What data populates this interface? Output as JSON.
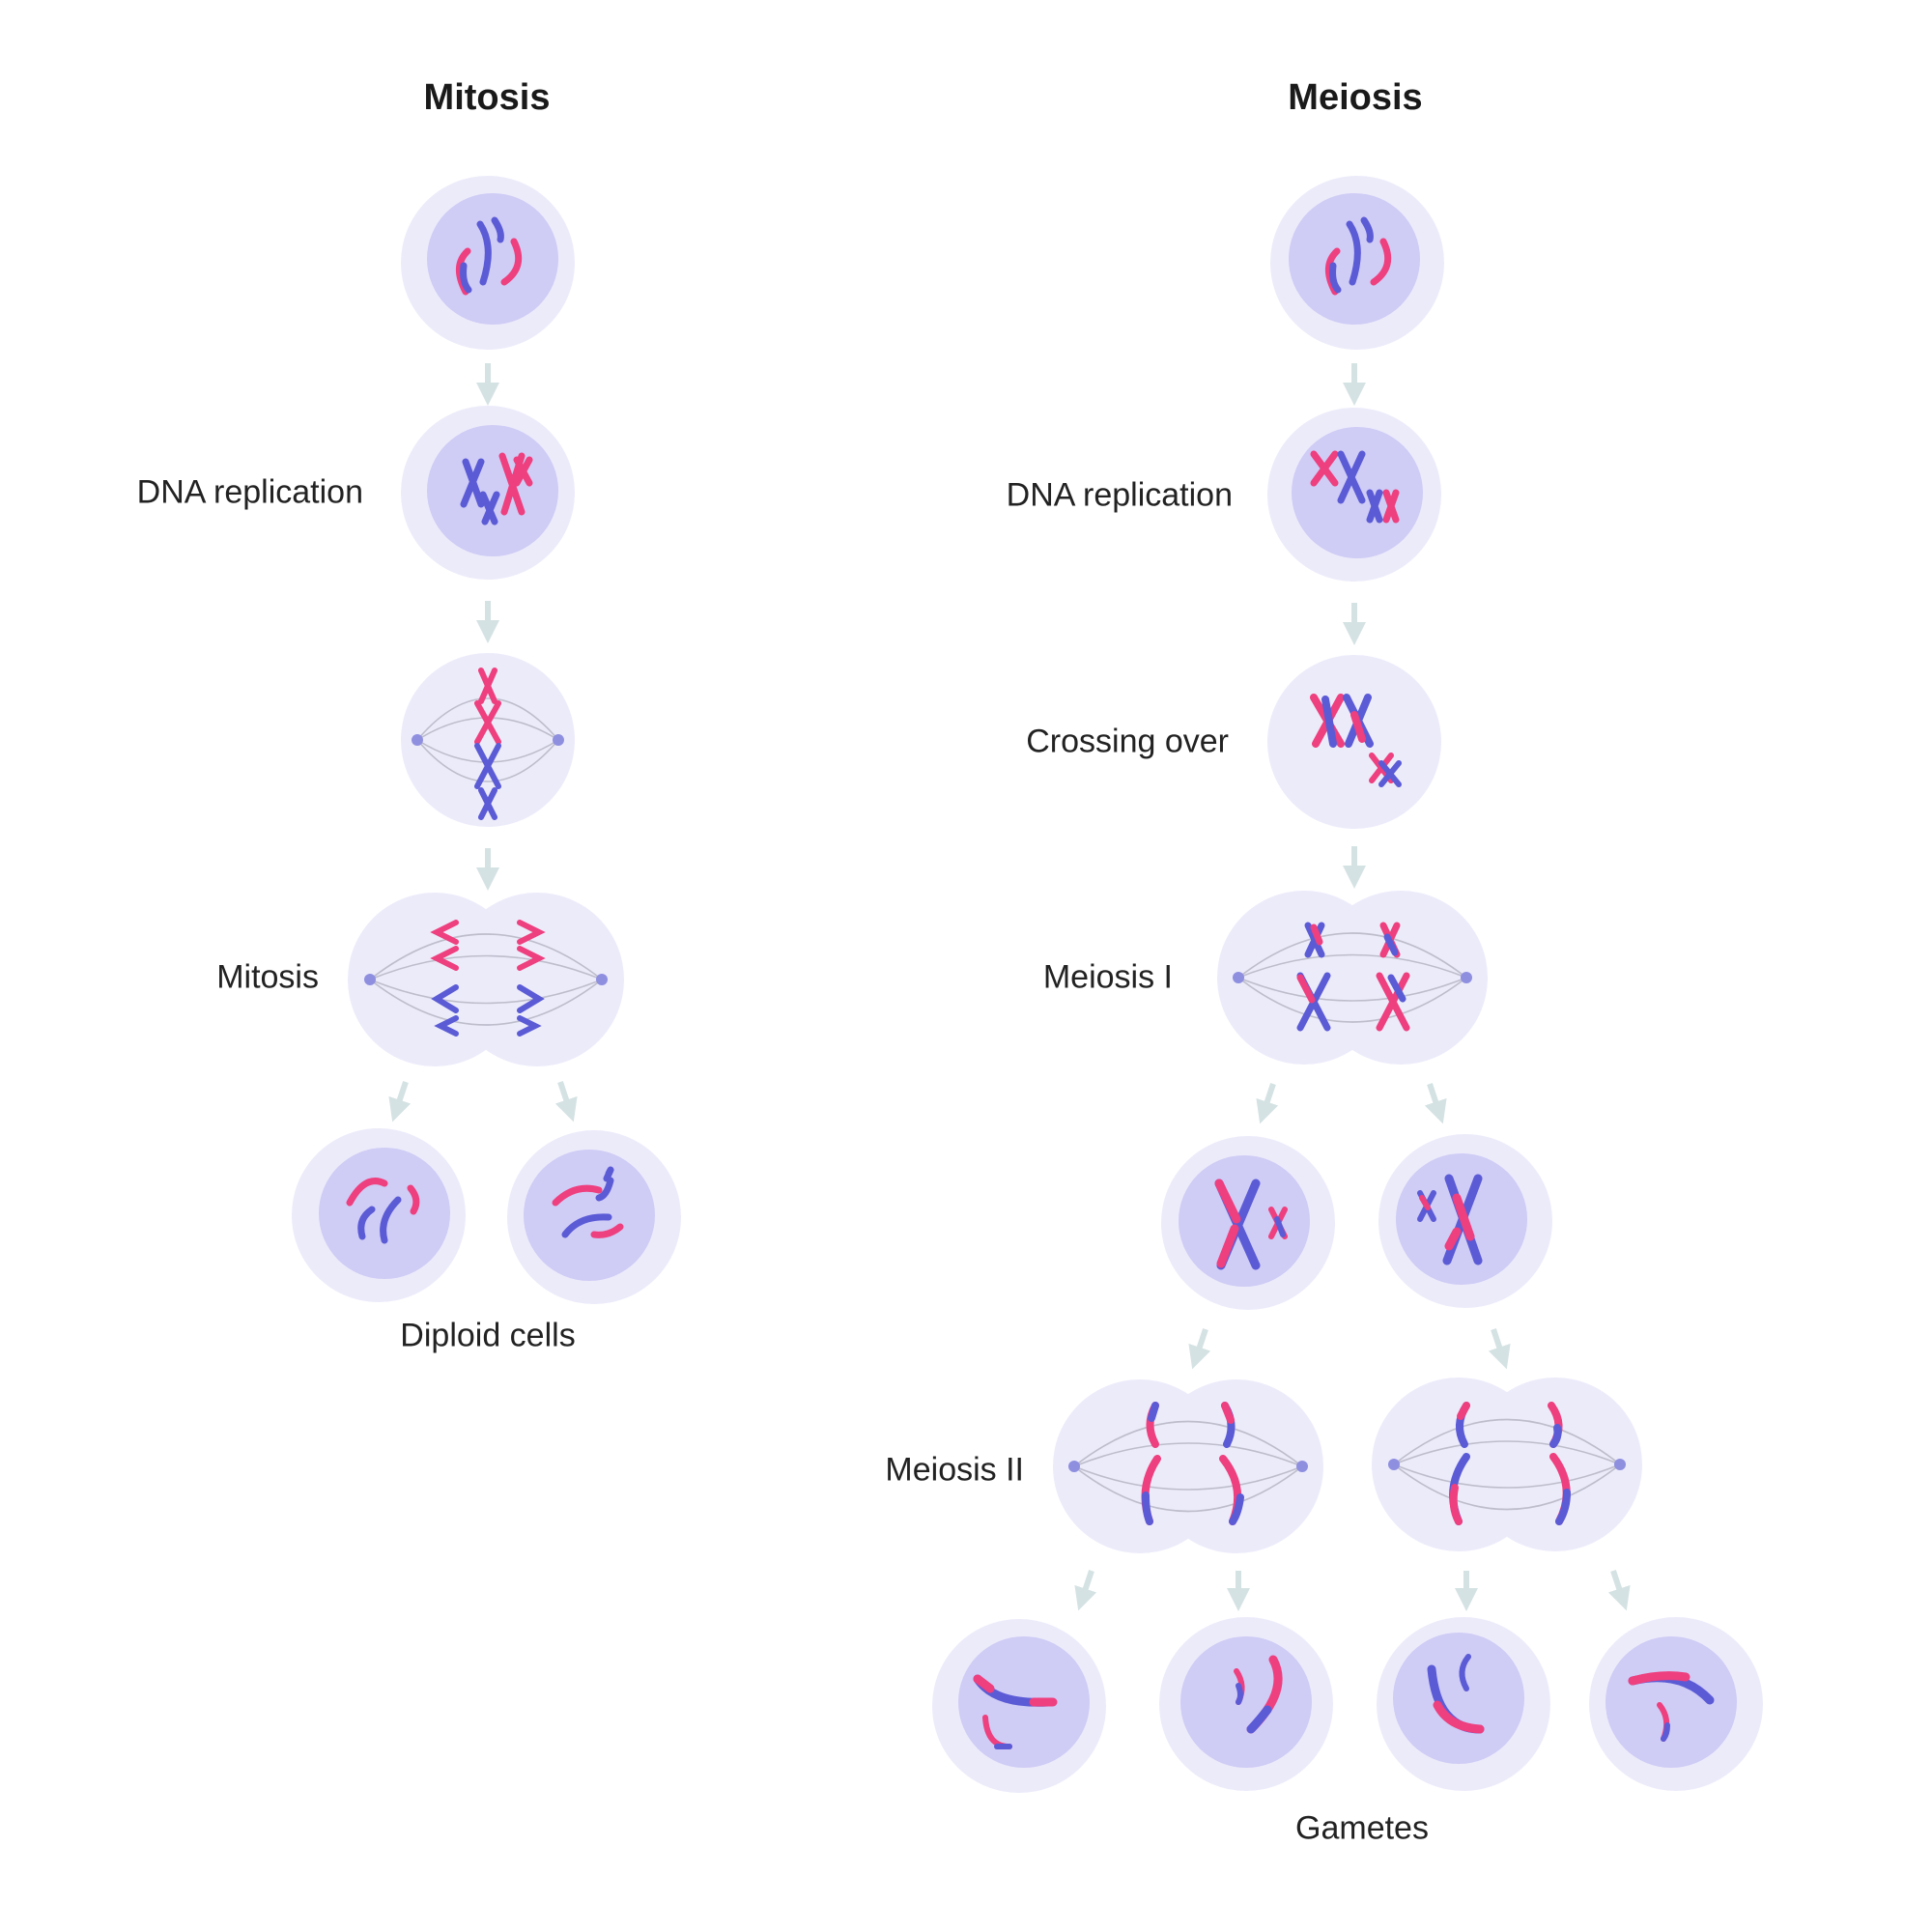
{
  "mitosis": {
    "title": "Mitosis",
    "labels": {
      "dna_replication": "DNA replication",
      "mitosis_stage": "Mitosis",
      "result": "Diploid cells"
    }
  },
  "meiosis": {
    "title": "Meiosis",
    "labels": {
      "dna_replication": "DNA replication",
      "crossing_over": "Crossing over",
      "meiosis_1": "Meiosis I",
      "meiosis_2": "Meiosis II",
      "result": "Gametes"
    }
  },
  "colors": {
    "cell_outer": "#ECEBFA",
    "cell_inner": "#CFCCF5",
    "chromosome_blue": "#5B5BD6",
    "chromosome_pink": "#EE3F7E",
    "spindle_line": "#BDBDCC",
    "centrosome": "#8F8FE0",
    "arrow": "#D5E2E3"
  }
}
